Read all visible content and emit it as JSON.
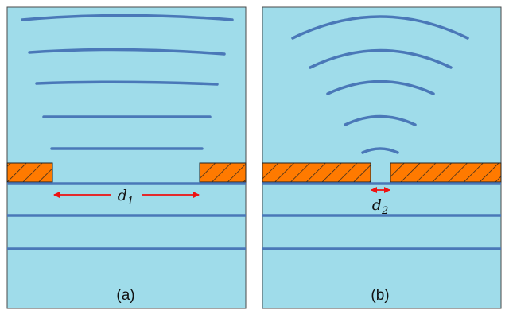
{
  "panels": [
    {
      "id": "a",
      "caption": "(a)",
      "gap_symbol": "d",
      "gap_subscript": "1"
    },
    {
      "id": "b",
      "caption": "(b)",
      "gap_symbol": "d",
      "gap_subscript": "2"
    }
  ],
  "colors": {
    "water": "#9fdcea",
    "wave": "#4a78b8",
    "barrier": "#ff7a00",
    "arrow": "#ee1111",
    "border": "#4a4a4a"
  }
}
